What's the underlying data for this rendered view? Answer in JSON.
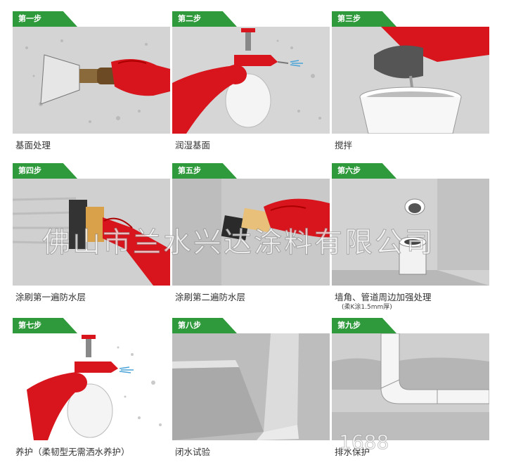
{
  "steps": [
    {
      "tag": "第一步",
      "caption": "基面处理"
    },
    {
      "tag": "第二步",
      "caption": "润湿基面"
    },
    {
      "tag": "第三步",
      "caption": "搅拌"
    },
    {
      "tag": "第四步",
      "caption": "涂刷第一遍防水层"
    },
    {
      "tag": "第五步",
      "caption": "涂刷第二遍防水层"
    },
    {
      "tag": "第六步",
      "caption": "墙角、管道周边加强处理",
      "note": "(柔K涂1.5mm厚)"
    },
    {
      "tag": "第七步",
      "caption": "养护（柔韧型无需洒水养护）"
    },
    {
      "tag": "第八步",
      "caption": "闭水试验"
    },
    {
      "tag": "第九步",
      "caption": "排水保护"
    }
  ],
  "watermark": "佛山市兰水兴达涂料有限公司",
  "watermark_site": "1688",
  "colors": {
    "tag_green": "#2f9a3c",
    "glove_red": "#d8141c",
    "panel_gray": "#cfcfcf"
  }
}
